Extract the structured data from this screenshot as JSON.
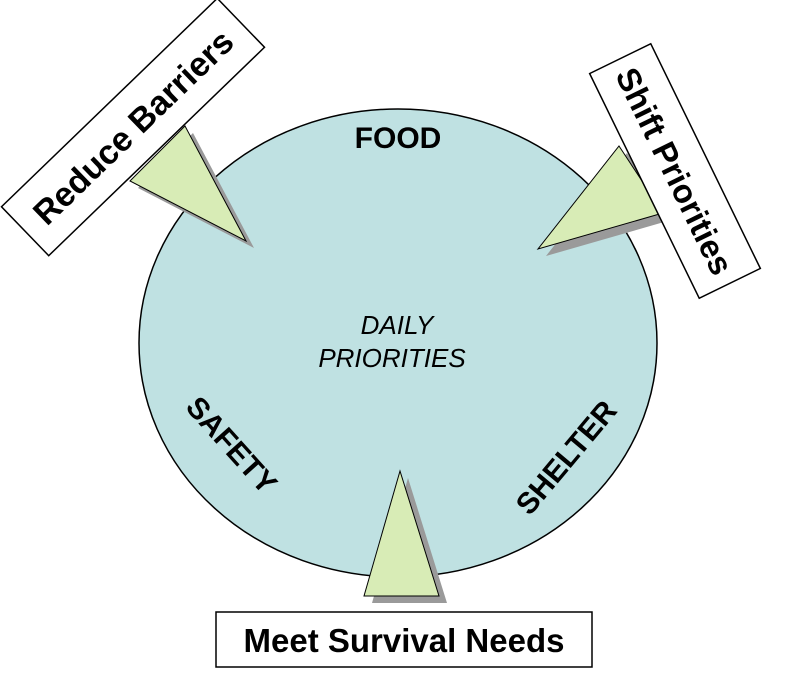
{
  "circle": {
    "center_label_line1": "DAILY",
    "center_label_line2": "PRIORITIES",
    "top_label": "FOOD",
    "left_label": "SAFETY",
    "right_label": "SHELTER",
    "fill_color": "#bfe1e2",
    "outline_color": "#000000"
  },
  "boxes": {
    "top_left": "Reduce Barriers",
    "top_right": "Shift Priorities",
    "bottom": "Meet Survival Needs"
  },
  "arrows": {
    "fill_color": "#d8ecb6",
    "shadow_color": "#9a9a9a"
  }
}
